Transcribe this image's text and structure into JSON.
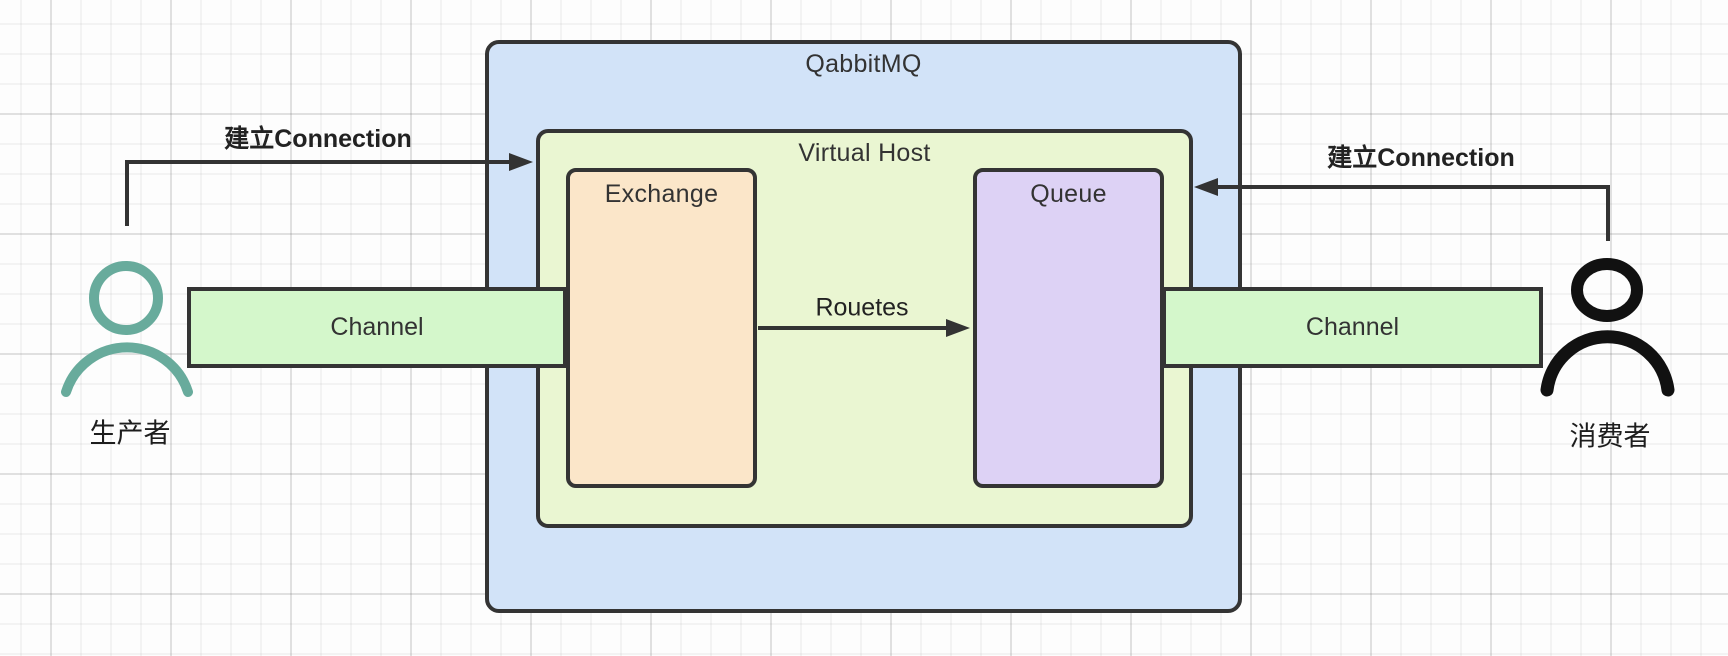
{
  "diagram": {
    "broker": {
      "label": "QabbitMQ",
      "fill": "#d2e3f8"
    },
    "virtual_host": {
      "label": "Virtual Host",
      "fill": "#eaf6d2"
    },
    "exchange": {
      "label": "Exchange",
      "fill": "#fbe6c9"
    },
    "queue": {
      "label": "Queue",
      "fill": "#ddd2f5"
    },
    "channel_left": {
      "label": "Channel",
      "fill": "#d4f7cb"
    },
    "channel_right": {
      "label": "Channel",
      "fill": "#d4f7cb"
    },
    "producer": {
      "label": "生产者",
      "color": "#68ab9c"
    },
    "consumer": {
      "label": "消费者",
      "color": "#111111"
    },
    "edges": {
      "producer_connection": {
        "label": "建立Connection"
      },
      "consumer_connection": {
        "label": "建立Connection"
      },
      "routes": {
        "label": "Rouetes"
      }
    },
    "stroke_color": "#343434",
    "text_color": "#333333"
  }
}
